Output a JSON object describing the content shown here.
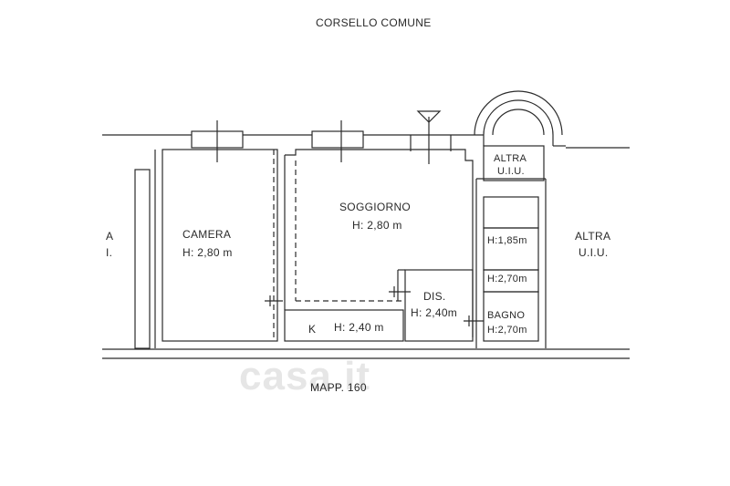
{
  "labels": {
    "top": "CORSELLO COMUNE",
    "bottom": "MAPP. 160",
    "camera_name": "CAMERA",
    "camera_h": "H: 2,80 m",
    "soggiorno_name": "SOGGIORNO",
    "soggiorno_h": "H: 2,80 m",
    "cucina_k": "K",
    "cucina_h": "H: 2,40 m",
    "dis_name": "DIS.",
    "dis_h": "H: 2,40m",
    "altra_top_1": "ALTRA",
    "altra_top_2": "U.I.U.",
    "altra_right_1": "ALTRA",
    "altra_right_2": "U.I.U.",
    "altra_left_1": "A",
    "altra_left_2": "I.",
    "ripost_1": "H:1,85m",
    "ripost_2": "H:2,70m",
    "bagno_name": "BAGNO",
    "bagno_h": "H:2,70m",
    "watermark": "casa.it"
  },
  "colors": {
    "wall": "#2b2b2b",
    "dash": "#444444",
    "watermark": "#e6e6e6"
  }
}
